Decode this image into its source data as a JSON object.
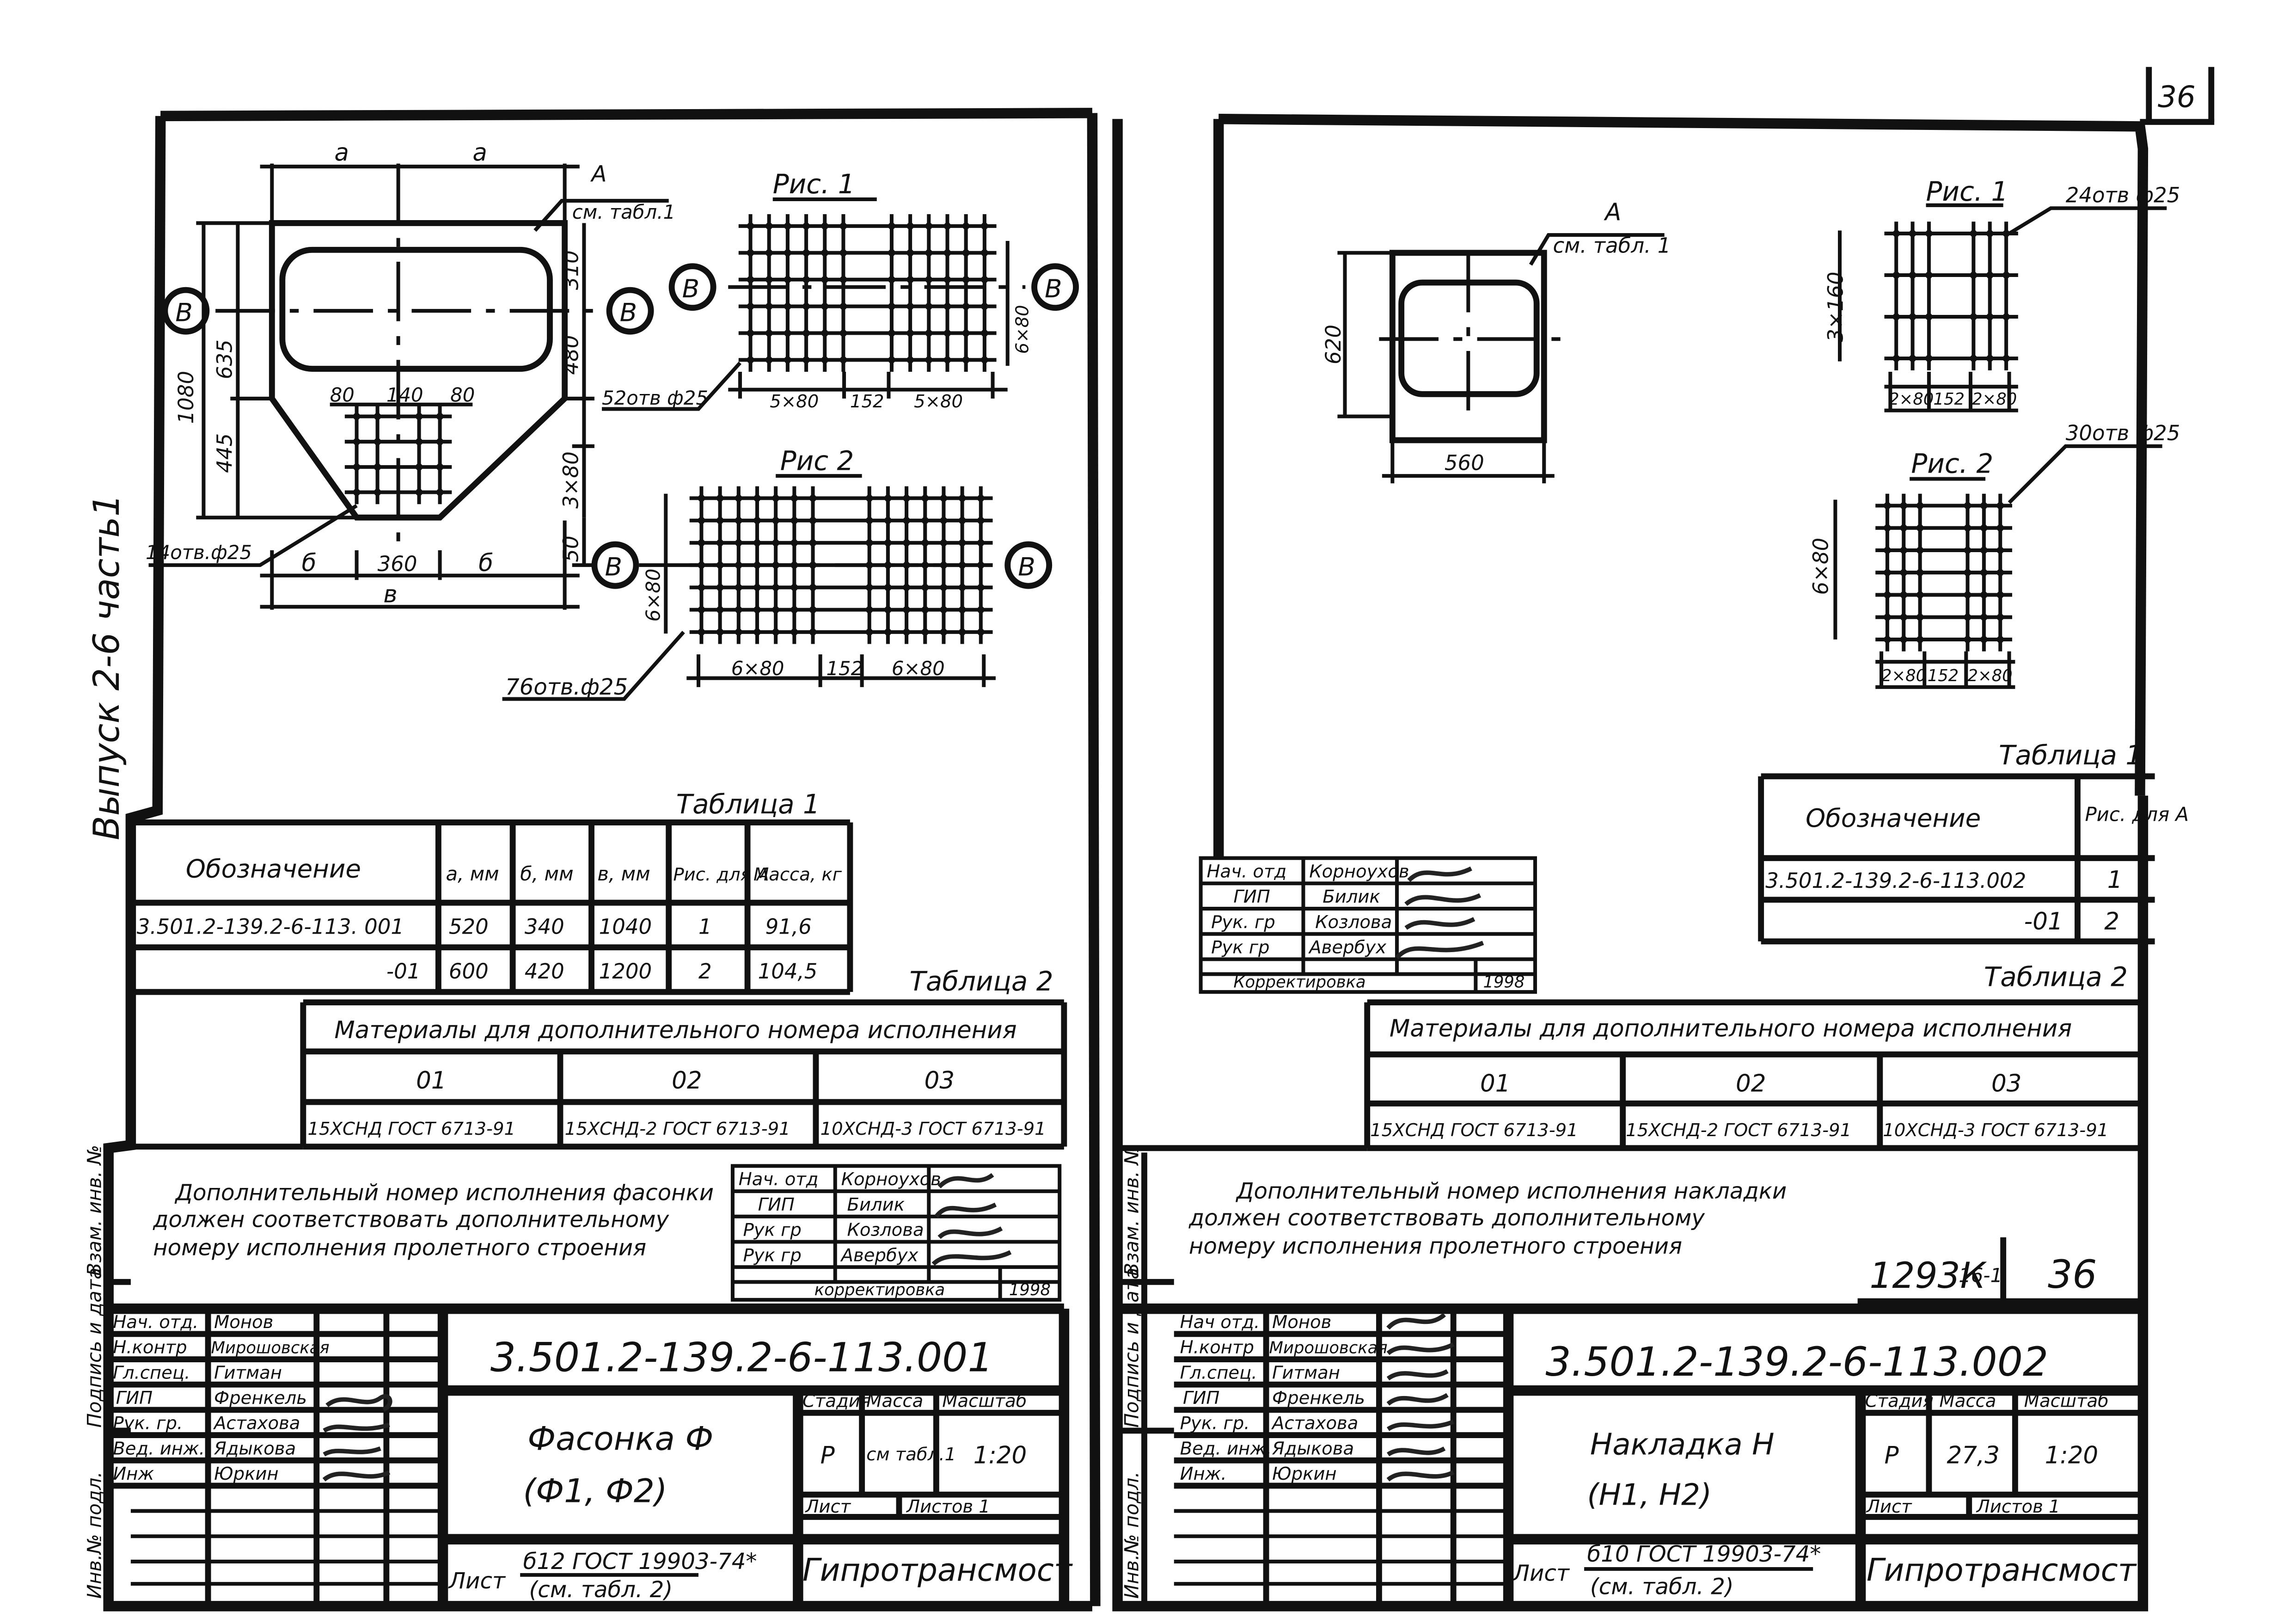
{
  "sheet_number": "36",
  "vertical_note": "Выпуск 2-6 часть1",
  "margin_labels": {
    "vzam": "Взам. инв. №",
    "podpis": "Подпись и дата",
    "inv": "Инв.№ подл."
  },
  "left": {
    "figure": {
      "dim_a": "а",
      "mark": "А",
      "mark_ref": "см. табл.1",
      "section": "В",
      "d_1080": "1080",
      "d_635": "635",
      "d_445": "445",
      "d_310": "310",
      "d_480": "480",
      "d_3x80": "3×80",
      "d_50": "50",
      "d_80a": "80",
      "d_140": "140",
      "d_80b": "80",
      "d_b": "б",
      "d_360": "360",
      "d_v": "в",
      "holes_14": "14отв.ф25"
    },
    "ris1": {
      "title": "Рис. 1",
      "holes": "52отв ф25",
      "dim_5x80a": "5×80",
      "dim_152": "152",
      "dim_5x80b": "5×80",
      "dim_6x80": "6×80"
    },
    "ris2": {
      "title": "Рис 2",
      "holes": "76отв.ф25",
      "dim_6x80a": "6×80",
      "dim_152": "152",
      "dim_6x80b": "6×80",
      "dim_6x80v": "6×80"
    },
    "table1": {
      "title": "Таблица 1",
      "headers": [
        "Обозначение",
        "а, мм",
        "б, мм",
        "в, мм",
        "Рис. для А",
        "Масса, кг"
      ],
      "rows": [
        [
          "3.501.2-139.2-6-113. 001",
          "520",
          "340",
          "1040",
          "1",
          "91,6"
        ],
        [
          "-01",
          "600",
          "420",
          "1200",
          "2",
          "104,5"
        ]
      ]
    },
    "table2": {
      "title": "Таблица 2",
      "header": "Материалы для дополнительного номера исполнения",
      "cols": [
        "01",
        "02",
        "03"
      ],
      "vals": [
        "15ХСНД ГОСТ 6713-91",
        "15ХСНД-2 ГОСТ 6713-91",
        "10ХСНД-3 ГОСТ 6713-91"
      ]
    },
    "note": [
      "Дополнительный номер исполнения фасонки",
      "должен соответствовать дополнительному",
      "номеру исполнения пролетного строения"
    ],
    "stamp": {
      "rows": [
        [
          "Нач. отд",
          "Корноухов"
        ],
        [
          "ГИП",
          "Билик"
        ],
        [
          "Рук гр",
          "Козлова"
        ],
        [
          "Рук гр",
          "Авербух"
        ]
      ],
      "footer": "корректировка",
      "year": "1998"
    },
    "title_block": {
      "people": [
        [
          "Нач. отд.",
          "Монов"
        ],
        [
          "Н.контр",
          "Мирошовская"
        ],
        [
          "Гл.спец.",
          "Гитман"
        ],
        [
          "ГИП",
          "Френкель"
        ],
        [
          "Рук. гр.",
          "Астахова"
        ],
        [
          "Вед. инж.",
          "Ядыкова"
        ],
        [
          "Инж",
          "Юркин"
        ]
      ],
      "code": "3.501.2-139.2-6-113.001",
      "name1": "Фасонка Ф",
      "name2": "(Ф1, Ф2)",
      "stage_h": "Стадия",
      "mass_h": "Масса",
      "scale_h": "Масштаб",
      "stage": "Р",
      "mass": "см табл.1",
      "scale": "1:20",
      "list": "Лист",
      "listov": "Листов 1",
      "material_prefix": "Лист",
      "material1": "б12 ГОСТ 19903-74*",
      "material2": "(см. табл. 2)",
      "org": "Гипротрансмост"
    }
  },
  "right": {
    "figure": {
      "mark": "А",
      "mark_ref": "см. табл. 1",
      "d_620": "620",
      "d_560": "560"
    },
    "ris1": {
      "title": "Рис. 1",
      "holes": "24отв ф25",
      "dim_v": "3×160",
      "dim_a": "2×80",
      "dim_152": "152",
      "dim_b": "2×80"
    },
    "ris2": {
      "title": "Рис. 2",
      "holes": "30отв ф25",
      "dim_v": "6×80",
      "dim_a": "2×80",
      "dim_152": "152",
      "dim_b": "2×80"
    },
    "table1": {
      "title": "Таблица 1",
      "headers": [
        "Обозначение",
        "Рис. для А"
      ],
      "rows": [
        [
          "3.501.2-139.2-6-113.002",
          "1"
        ],
        [
          "-01",
          "2"
        ]
      ]
    },
    "table2": {
      "title": "Таблица 2",
      "header": "Материалы для дополнительного номера исполнения",
      "cols": [
        "01",
        "02",
        "03"
      ],
      "vals": [
        "15ХСНД ГОСТ 6713-91",
        "15ХСНД-2 ГОСТ 6713-91",
        "10ХСНД-3 ГОСТ 6713-91"
      ]
    },
    "note": [
      "Дополнительный номер исполнения накладки",
      "должен соответствовать дополнительному",
      "номеру исполнения пролетного строения"
    ],
    "stamp": {
      "rows": [
        [
          "Нач. отд",
          "Корноухов"
        ],
        [
          "ГИП",
          "Билик"
        ],
        [
          "Рук. гр",
          "Козлова"
        ],
        [
          "Рук гр",
          "Авербух"
        ]
      ],
      "footer": "Корректировка",
      "year": "1998"
    },
    "archive": {
      "code": "1293К",
      "part": "16-1",
      "num": "36"
    },
    "title_block": {
      "people": [
        [
          "Нач отд.",
          "Монов"
        ],
        [
          "Н.контр",
          "Мирошовская"
        ],
        [
          "Гл.спец.",
          "Гитман"
        ],
        [
          "ГИП",
          "Френкель"
        ],
        [
          "Рук. гр.",
          "Астахова"
        ],
        [
          "Вед. инж.",
          "Ядыкова"
        ],
        [
          "Инж.",
          "Юркин"
        ]
      ],
      "code": "3.501.2-139.2-6-113.002",
      "name1": "Накладка Н",
      "name2": "(Н1, Н2)",
      "stage_h": "Стадия",
      "mass_h": "Масса",
      "scale_h": "Масштаб",
      "stage": "Р",
      "mass": "27,3",
      "scale": "1:20",
      "list": "Лист",
      "listov": "Листов 1",
      "material_prefix": "Лист",
      "material1": "б10 ГОСТ 19903-74*",
      "material2": "(см. табл. 2)",
      "org": "Гипротрансмост"
    }
  }
}
